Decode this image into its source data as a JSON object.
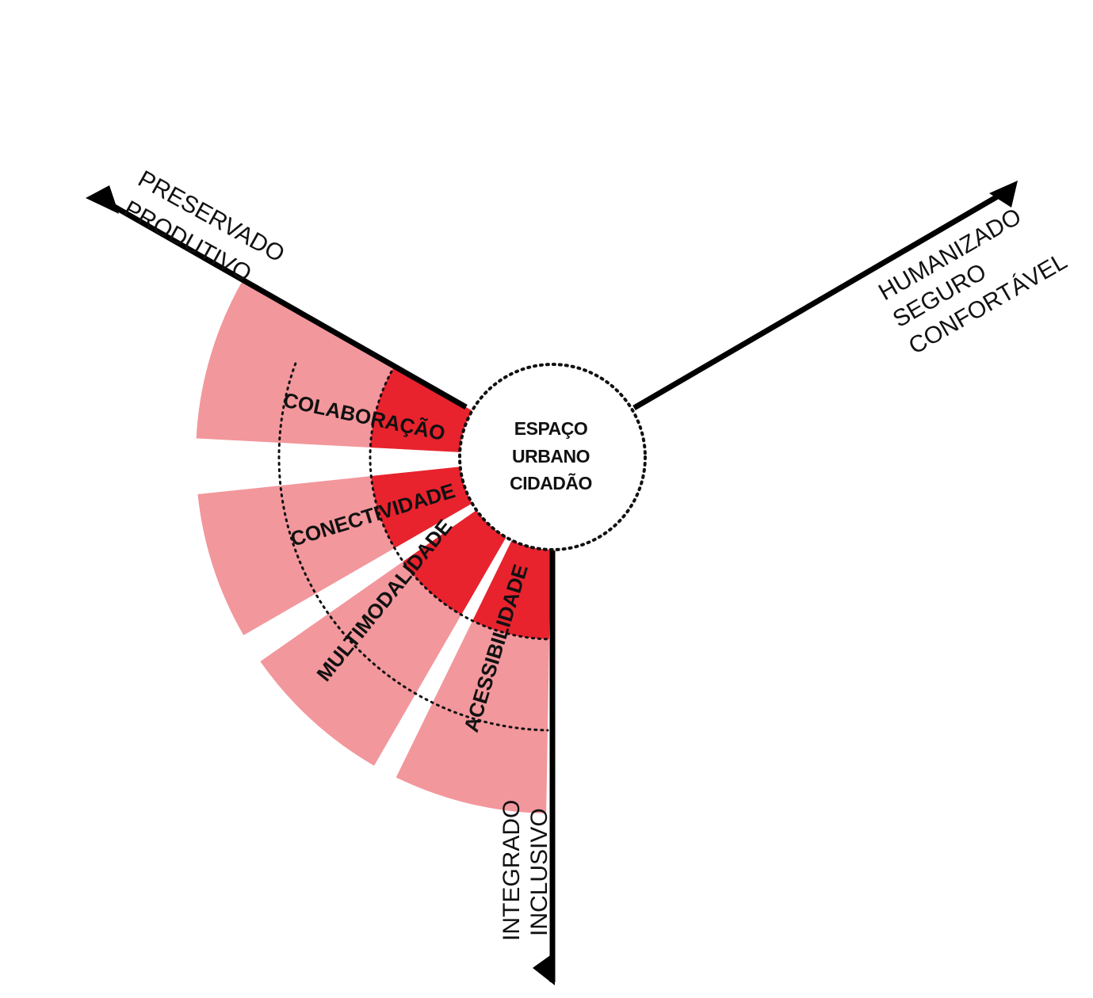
{
  "center": {
    "lines": [
      "ESPAÇO",
      "URBANO",
      "CIDADÃO"
    ]
  },
  "axes": [
    {
      "id": "preservado",
      "lines": [
        "PRESERVADO",
        "PRODUTIVO"
      ]
    },
    {
      "id": "humanizado",
      "lines": [
        "HUMANIZADO",
        "SEGURO",
        "CONFORTÁVEL"
      ]
    },
    {
      "id": "integrado",
      "lines": [
        "INTEGRADO",
        "INCLUSIVO"
      ]
    }
  ],
  "sectors": [
    {
      "id": "colaboracao",
      "label": "COLABORAÇÃO"
    },
    {
      "id": "conectividade",
      "label": "CONECTIVIDADE"
    },
    {
      "id": "multimodalidade",
      "label": "MULTIMODALIDADE"
    },
    {
      "id": "acessibilidade",
      "label": "ACESSIBILIDADE"
    }
  ],
  "colors": {
    "inner": "#e8232e",
    "outer": "#f2979c",
    "axis": "#000000",
    "text": "#111111"
  }
}
